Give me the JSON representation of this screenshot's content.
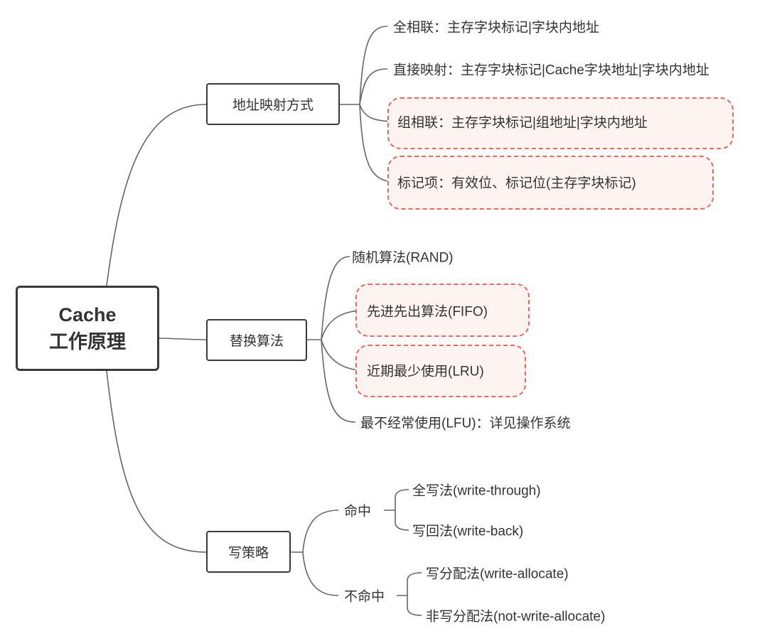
{
  "root": {
    "line1": "Cache",
    "line2": "工作原理"
  },
  "branches": [
    {
      "label": "地址映射方式",
      "children": [
        {
          "text": "全相联：主存字块标记|字块内地址",
          "highlighted": false
        },
        {
          "text": "直接映射：主存字块标记|Cache字块地址|字块内地址",
          "highlighted": false
        },
        {
          "text": "组相联：主存字块标记|组地址|字块内地址",
          "highlighted": true
        },
        {
          "text": "标记项：有效位、标记位(主存字块标记)",
          "highlighted": true
        }
      ]
    },
    {
      "label": "替换算法",
      "children": [
        {
          "text": "随机算法(RAND)",
          "highlighted": false
        },
        {
          "text": "先进先出算法(FIFO)",
          "highlighted": true
        },
        {
          "text": "近期最少使用(LRU)",
          "highlighted": true
        },
        {
          "text": "最不经常使用(LFU)：详见操作系统",
          "highlighted": false
        }
      ]
    },
    {
      "label": "写策略",
      "children": [
        {
          "text": "命中",
          "children": [
            "全写法(write-through)",
            "写回法(write-back)"
          ]
        },
        {
          "text": "不命中",
          "children": [
            "写分配法(write-allocate)",
            "非写分配法(not-write-allocate)"
          ]
        }
      ]
    }
  ],
  "colors": {
    "line": "#666666",
    "highlight_border": "#e8685e",
    "highlight_fill": "#fdf4f2",
    "box_border": "#3a3a3a"
  }
}
